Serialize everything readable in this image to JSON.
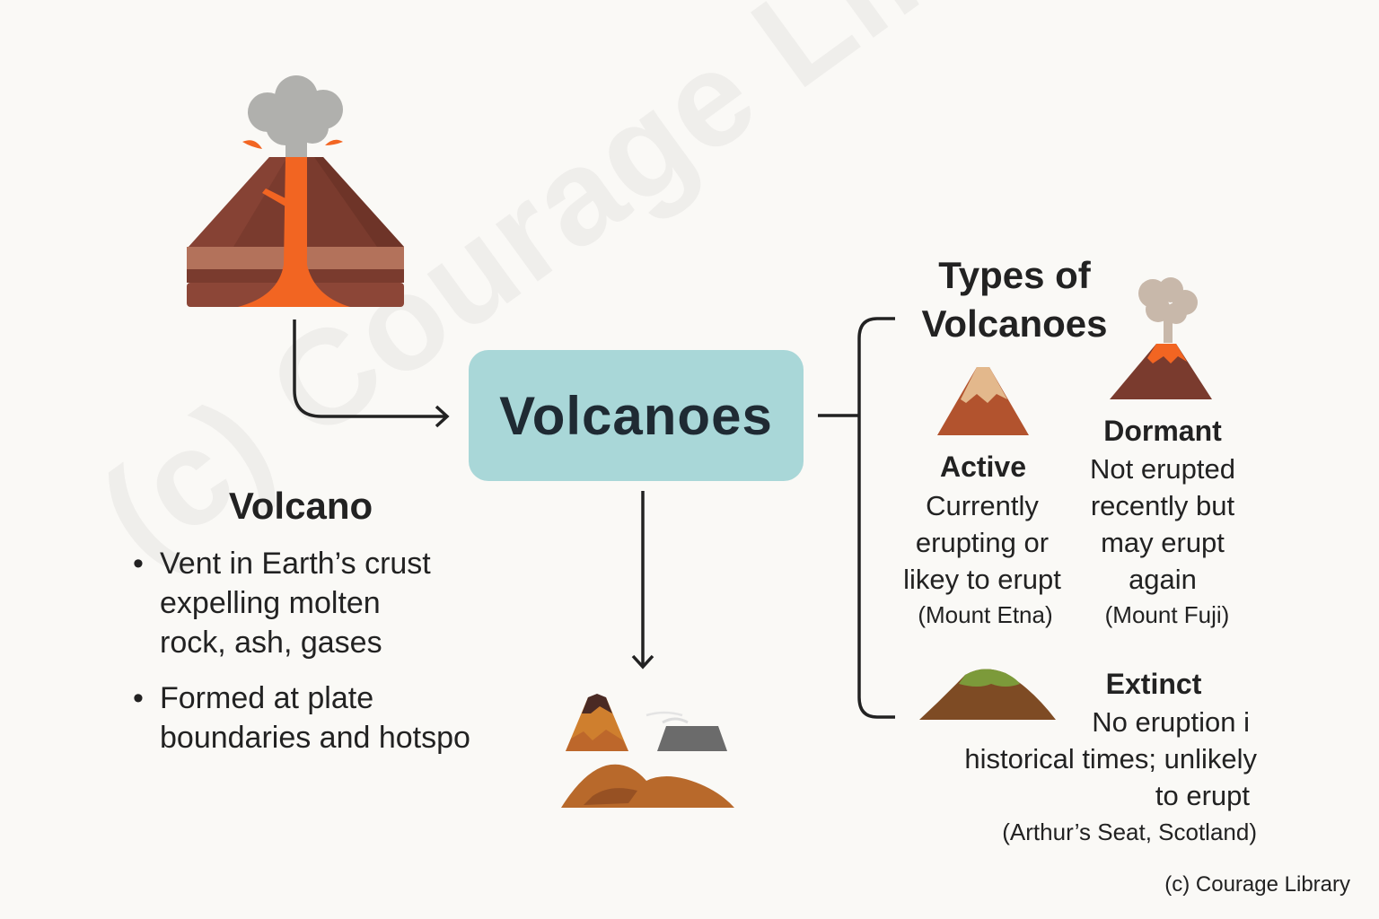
{
  "watermark_text": "(c) Courage Library",
  "center_label": "Volcanoes",
  "volcano": {
    "heading": "Volcano",
    "bullets": [
      [
        "Vent in Earth’s crust",
        "expelling molten",
        "rock, ash, gases"
      ],
      [
        "Formed at plate",
        "boundaries and hotspo"
      ]
    ]
  },
  "types": {
    "title_line1": "Types of",
    "title_line2": "Volcanoes",
    "active": {
      "name": "Active",
      "desc": [
        "Currently",
        "erupting or",
        "likey to erupt"
      ],
      "example": "(Mount Etna)"
    },
    "dormant": {
      "name": "Dormant",
      "desc": [
        "Not erupted",
        "recently but",
        "may erupt",
        "again"
      ],
      "example": "(Mount Fuji)"
    },
    "extinct": {
      "name": "Extinct",
      "desc": [
        "No eruption i",
        "historical times; unlikely",
        "to erupt"
      ],
      "example": "(Arthur’s Seat, Scotland)"
    }
  },
  "credit": "(c) Courage Library",
  "colors": {
    "center_box": "#a9d7d8",
    "lava": "#f26522",
    "rock_dark": "#7a3b2e",
    "ash": "#b0b0ad",
    "connector": "#222222"
  }
}
